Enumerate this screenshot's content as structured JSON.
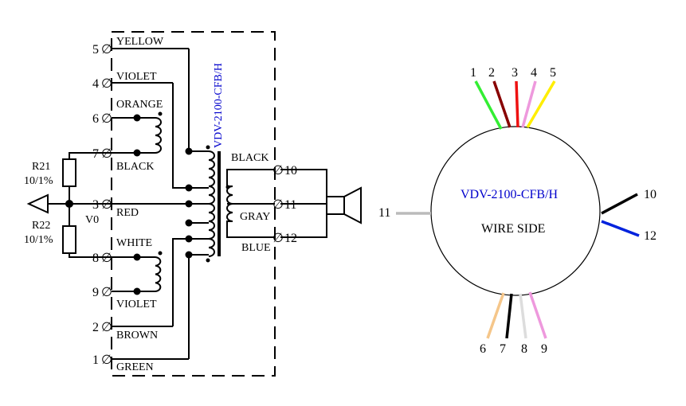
{
  "schematic": {
    "model_label": "VDV-2100-CFB/H",
    "terminal_mark": "∅",
    "pins": [
      {
        "num": "5",
        "wire": "YELLOW"
      },
      {
        "num": "4",
        "wire": "VIOLET"
      },
      {
        "num": "6",
        "wire": "ORANGE"
      },
      {
        "num": "7",
        "wire": "BLACK"
      },
      {
        "num": "3",
        "wire": "RED"
      },
      {
        "num": "8",
        "wire": "WHITE"
      },
      {
        "num": "9",
        "wire": "VIOLET"
      },
      {
        "num": "2",
        "wire": "BROWN"
      },
      {
        "num": "1",
        "wire": "GREEN"
      }
    ],
    "secondary": [
      {
        "num": "10",
        "wire": "BLACK"
      },
      {
        "num": "11",
        "wire": "GRAY"
      },
      {
        "num": "12",
        "wire": "BLUE"
      }
    ],
    "resistors": [
      {
        "name": "R21",
        "value": "10/1%"
      },
      {
        "name": "R22",
        "value": "10/1%"
      }
    ],
    "v0_label": "V0"
  },
  "wire_side": {
    "model_label": "VDV-2100-CFB/H",
    "title": "WIRE SIDE",
    "wires": [
      {
        "num": "1",
        "color": "#33ee33"
      },
      {
        "num": "2",
        "color": "#880000"
      },
      {
        "num": "3",
        "color": "#ee1111"
      },
      {
        "num": "4",
        "color": "#ee99dd"
      },
      {
        "num": "5",
        "color": "#ffee00"
      },
      {
        "num": "6",
        "color": "#f5c68a"
      },
      {
        "num": "7",
        "color": "#000000"
      },
      {
        "num": "8",
        "color": "#dddddd"
      },
      {
        "num": "9",
        "color": "#ee99dd"
      },
      {
        "num": "10",
        "color": "#000000"
      },
      {
        "num": "11",
        "color": "#bbbbbb"
      },
      {
        "num": "12",
        "color": "#0022dd"
      }
    ]
  }
}
